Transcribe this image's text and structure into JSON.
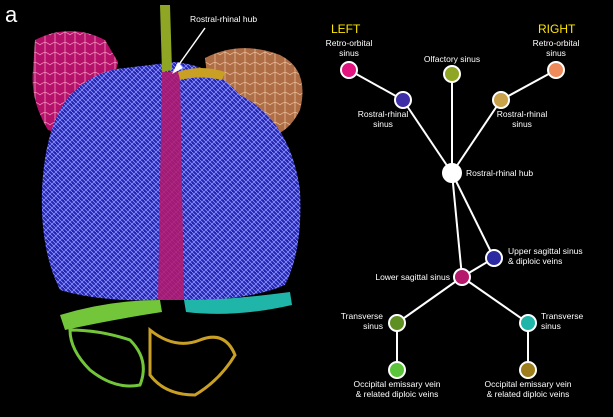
{
  "panel_letter": "a",
  "render_callout": "Rostral-rhinal hub",
  "side_labels": {
    "left": "LEFT",
    "right": "RIGHT"
  },
  "nodes": [
    {
      "id": "lr-orbital",
      "label": [
        "Retro-orbital",
        "sinus"
      ],
      "color": "#e0157f"
    },
    {
      "id": "olfactory",
      "label": [
        "Olfactory sinus"
      ],
      "color": "#8ea624"
    },
    {
      "id": "rr-orbital",
      "label": [
        "Retro-orbital",
        "sinus"
      ],
      "color": "#ef8a5a"
    },
    {
      "id": "l-rhinal",
      "label": [
        "Rostral-rhinal",
        "sinus"
      ],
      "color": "#3f2fa6"
    },
    {
      "id": "r-rhinal",
      "label": [
        "Rostral-rhinal",
        "sinus"
      ],
      "color": "#c9a24a"
    },
    {
      "id": "hub",
      "label": [
        "Rostral-rhinal hub"
      ],
      "color": "#ffffff"
    },
    {
      "id": "upper-sag",
      "label": [
        "Upper sagittal sinus",
        "& diploic veins"
      ],
      "color": "#2b2aa3"
    },
    {
      "id": "lower-sag",
      "label": [
        "Lower sagittal sinus"
      ],
      "color": "#b5176b"
    },
    {
      "id": "l-trans",
      "label": [
        "Transverse",
        "sinus"
      ],
      "color": "#5e8f22"
    },
    {
      "id": "r-trans",
      "label": [
        "Transverse",
        "sinus"
      ],
      "color": "#20b5a9"
    },
    {
      "id": "l-occ",
      "label": [
        "Occipital emissary vein",
        "& related diploic veins"
      ],
      "color": "#5cc43a"
    },
    {
      "id": "r-occ",
      "label": [
        "Occipital emissary vein",
        "& related diploic veins"
      ],
      "color": "#9e7d1c"
    }
  ],
  "edges": [
    [
      "lr-orbital",
      "l-rhinal"
    ],
    [
      "rr-orbital",
      "r-rhinal"
    ],
    [
      "l-rhinal",
      "hub"
    ],
    [
      "r-rhinal",
      "hub"
    ],
    [
      "olfactory",
      "hub"
    ],
    [
      "hub",
      "lower-sag"
    ],
    [
      "hub",
      "upper-sag"
    ],
    [
      "lower-sag",
      "upper-sag"
    ],
    [
      "lower-sag",
      "l-trans"
    ],
    [
      "lower-sag",
      "r-trans"
    ],
    [
      "l-trans",
      "l-occ"
    ],
    [
      "r-trans",
      "r-occ"
    ]
  ],
  "colors": {
    "mesh_blue": "#3b3fe0",
    "mesh_line": "#8e93ff",
    "pink_lobe": "#e0157f",
    "orange_lobe": "#d98a5a",
    "green": "#73c63a",
    "gold": "#c9a024",
    "teal": "#20b5a9",
    "edge": "#ffffff"
  }
}
